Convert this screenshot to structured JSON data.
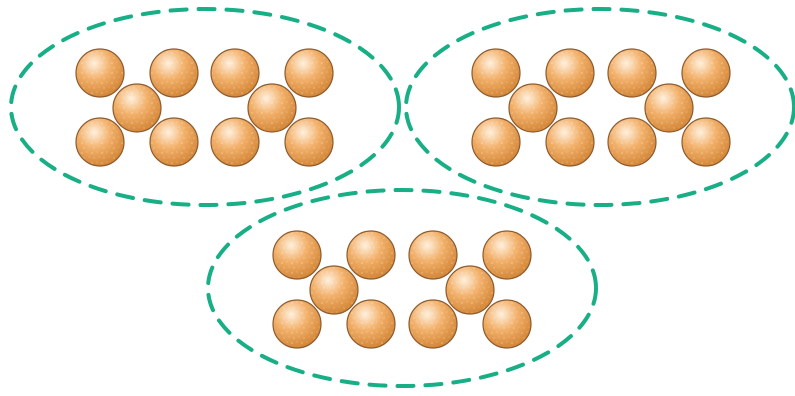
{
  "diagram": {
    "groups": [
      {
        "id": "group-1",
        "clusters": [
          {
            "id": "cluster-1",
            "count": 5
          },
          {
            "id": "cluster-2",
            "count": 5
          }
        ]
      },
      {
        "id": "group-2",
        "clusters": [
          {
            "id": "cluster-1",
            "count": 5
          },
          {
            "id": "cluster-2",
            "count": 5
          }
        ]
      },
      {
        "id": "group-3",
        "clusters": [
          {
            "id": "cluster-1",
            "count": 5
          },
          {
            "id": "cluster-2",
            "count": 5
          }
        ]
      }
    ],
    "colors": {
      "dashed_outline": "#18AE86",
      "bead_fill": "#F2B06A",
      "bead_highlight": "#FFF0DD",
      "bead_shadow": "#D08232",
      "bead_edge": "#8C5B2F"
    }
  }
}
